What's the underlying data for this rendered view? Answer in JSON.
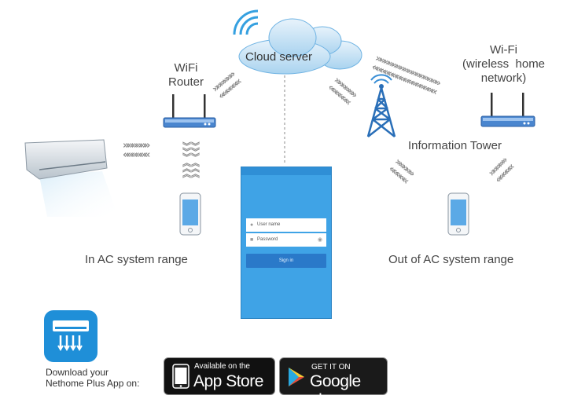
{
  "labels": {
    "cloud_server": "Cloud server",
    "wifi_router": "WiFi\nRouter",
    "wifi_home": "Wi-Fi\n(wireless  home\nnetwork)",
    "information_tower": "Information Tower",
    "in_range": "In AC system range",
    "out_range": "Out of AC system range"
  },
  "phone_app": {
    "username_placeholder": "User name",
    "password_placeholder": "Password",
    "signin_label": "Sign in"
  },
  "download": {
    "text": "Download your\nNethome Plus App on:",
    "appstore_small": "Available on the",
    "appstore_big": "App Store",
    "googleplay_small": "GET IT ON",
    "googleplay_big": "Google play"
  },
  "icons": [
    "wifi-signal-icon",
    "cloud-icon",
    "router-icon",
    "tower-icon",
    "smartphone-icon",
    "air-conditioner-icon",
    "nethome-app-icon",
    "apple-icon",
    "google-play-icon"
  ],
  "colors": {
    "cloud": "#4aa3e0",
    "router": "#3570c0",
    "app_screen": "#3fa3e6",
    "signin": "#2a79c9",
    "app_icon": "#1f8fd8"
  }
}
